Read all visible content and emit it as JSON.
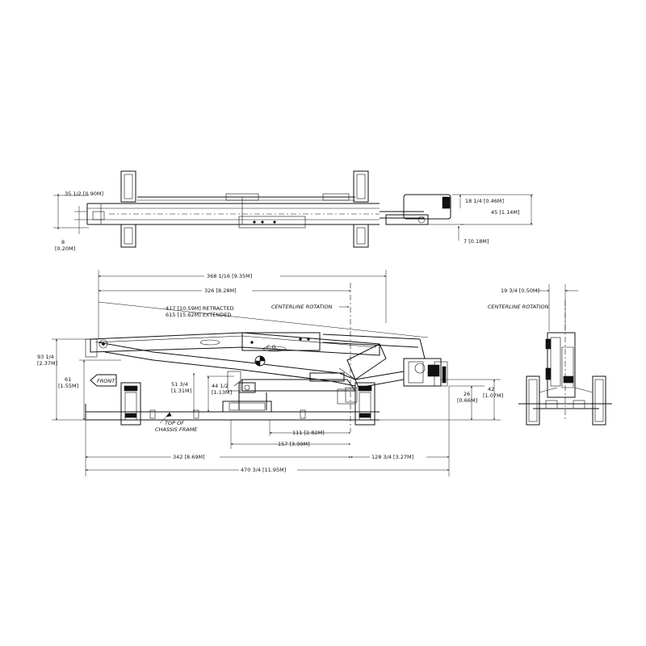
{
  "top_view": {
    "width_dim": "35 1/2 [0.90M]",
    "offset_dim_a": "8",
    "offset_dim_b": "[0.20M]",
    "bucket_depth_dim": "18 1/4 [0.46M]",
    "bucket_height_dim": "45 [1.14M]",
    "tip_dim": "7 [0.18M]"
  },
  "side_view": {
    "overall_reach_dim": "368 1/16 [9.35M]",
    "rotation_reach_dim": "326 [8.28M]",
    "boom_length_line1": "417 [10.59M] RETRACTED",
    "boom_length_line2": "615 [15.62M] EXTENDED",
    "centerline_label": "CENTERLINE ROTATION",
    "height_a_line1": "93 1/4",
    "height_a_line2": "[2.37M]",
    "height_b_line1": "61",
    "height_b_line2": "[1.55M]",
    "front_label": "FRONT",
    "height_c_line1": "51 3/4",
    "height_c_line2": "[1.31M]",
    "height_d_line1": "44 1/2",
    "height_d_line2": "[1.13M]",
    "cg_label": "C.G.",
    "chassis_line1": "TOP OF",
    "chassis_line2": "CHASSIS FRAME",
    "dim_111": "111 [2.82M]",
    "dim_157": "157 [3.99M]",
    "dim_26_line1": "26",
    "dim_26_line2": "[0.66M]",
    "dim_42_line1": "42",
    "dim_42_line2": "[1.07M]",
    "dim_342": "342 [8.69M]",
    "dim_128": "128 3/4 [3.27M]",
    "dim_470": "470 3/4 [11.95M]"
  },
  "end_view": {
    "width_dim": "19 3/4 [0.50M]",
    "centerline_label": "CENTERLINE ROTATION"
  }
}
